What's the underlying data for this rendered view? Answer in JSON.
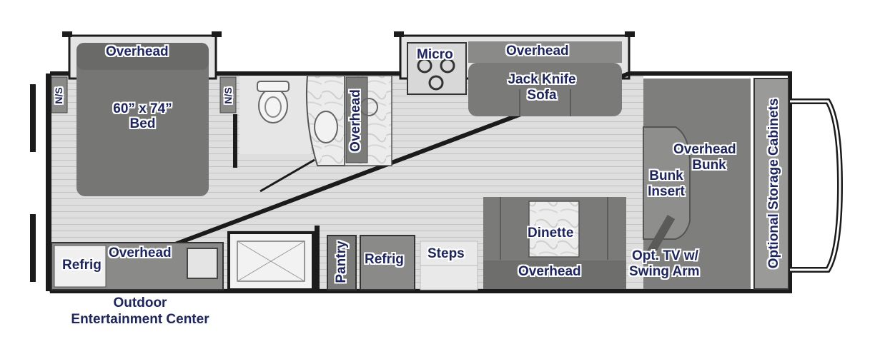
{
  "colors": {
    "wall": "#1b1b1b",
    "floor": "#dcdcdc",
    "floor_line": "#c4c4c4",
    "furniture": "#7a7a78",
    "furniture_light": "#9a9a98",
    "cabinet": "#8c8c8a",
    "label": "#1c2468"
  },
  "labels": {
    "bedroom_overhead": "Overhead",
    "bed_line1": "60” x 74”",
    "bed_line2": "Bed",
    "ns_left": "N/S",
    "ns_right": "N/S",
    "bath_overhead": "Overhead",
    "micro": "Micro",
    "sofa_overhead": "Overhead",
    "sofa_line1": "Jack Knife",
    "sofa_line2": "Sofa",
    "overhead_bunk_line1": "Overhead",
    "overhead_bunk_line2": "Bunk",
    "bunk_insert_line1": "Bunk",
    "bunk_insert_line2": "Insert",
    "storage_cabinets": "Optional Storage Cabinets",
    "tv_line1": "Opt. TV w/",
    "tv_line2": "Swing Arm",
    "dinette": "Dinette",
    "dinette_overhead": "Overhead",
    "steps": "Steps",
    "refrig_main": "Refrig",
    "pantry": "Pantry",
    "outdoor_overhead": "Overhead",
    "outdoor_refrig": "Refrig",
    "outdoor_line1": "Outdoor",
    "outdoor_line2": "Entertainment Center"
  }
}
